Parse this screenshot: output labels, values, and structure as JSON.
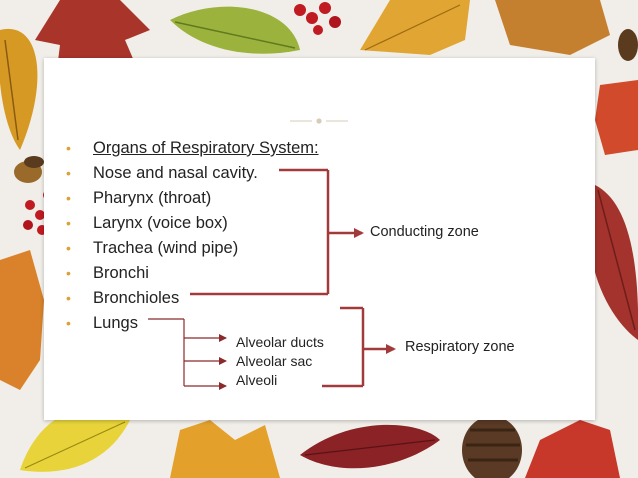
{
  "slide": {
    "items": [
      {
        "text": "Organs of Respiratory System:",
        "underlined": true
      },
      {
        "text": "Nose and nasal cavity."
      },
      {
        "text": "Pharynx (throat)"
      },
      {
        "text": "Larynx (voice box)"
      },
      {
        "text": "Trachea (wind pipe)"
      },
      {
        "text": "Bronchi"
      },
      {
        "text": "Bronchioles"
      },
      {
        "text": "Lungs"
      }
    ],
    "bullet_glyph": "•",
    "lung_parts": [
      "Alveolar ducts",
      "Alveolar sac",
      "Alveoli"
    ],
    "conducting_label": "Conducting  zone",
    "respiratory_label": "Respiratory zone"
  },
  "colors": {
    "bracket": "#a33a3a",
    "lungs_line": "#8b2a2a",
    "bullet": "#d9a235",
    "card": "#ffffff",
    "background": "#f1eee9"
  },
  "decor": {
    "background_leaves": [
      "autumn-leaf",
      "maple-leaf",
      "berries",
      "acorn",
      "pine-cone"
    ]
  }
}
